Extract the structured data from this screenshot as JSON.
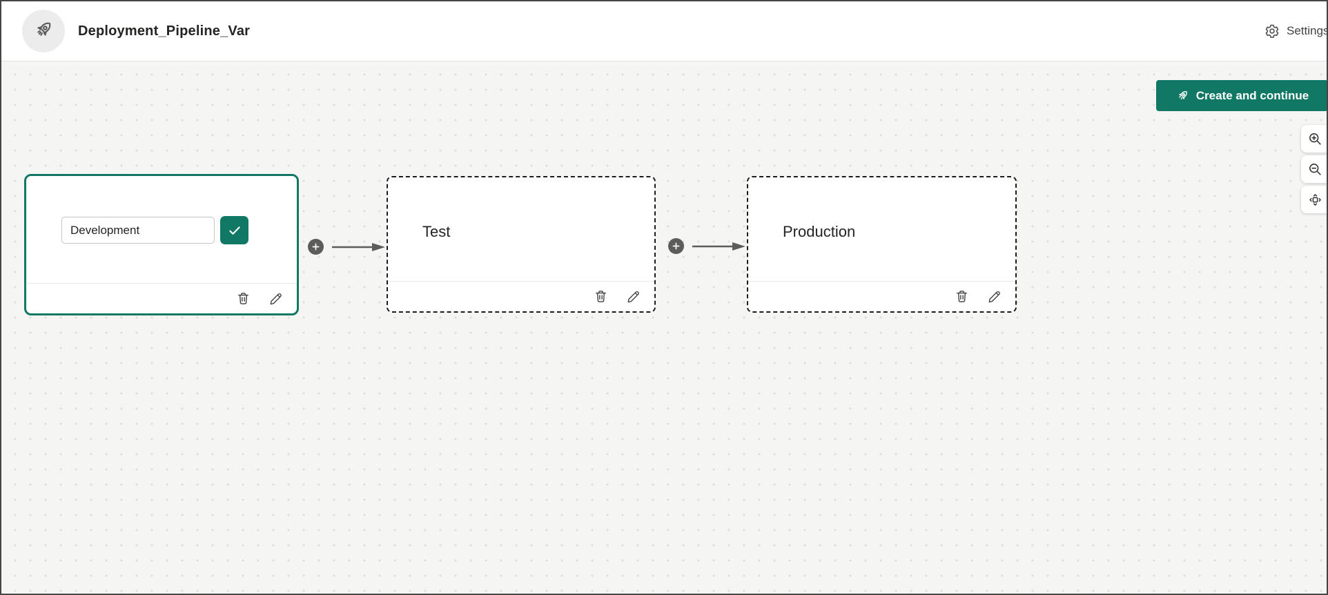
{
  "header": {
    "title": "Deployment_Pipeline_Var",
    "settings_label": "Settings"
  },
  "actions": {
    "create_and_continue": "Create and continue"
  },
  "stages": {
    "development": {
      "input_value": "Development"
    },
    "test": {
      "label": "Test"
    },
    "production": {
      "label": "Production"
    }
  },
  "colors": {
    "accent_teal": "#117865",
    "connector_gray": "#5c5c5c",
    "canvas_background": "#f5f5f4",
    "dashed_border": "#1b1b1b"
  }
}
